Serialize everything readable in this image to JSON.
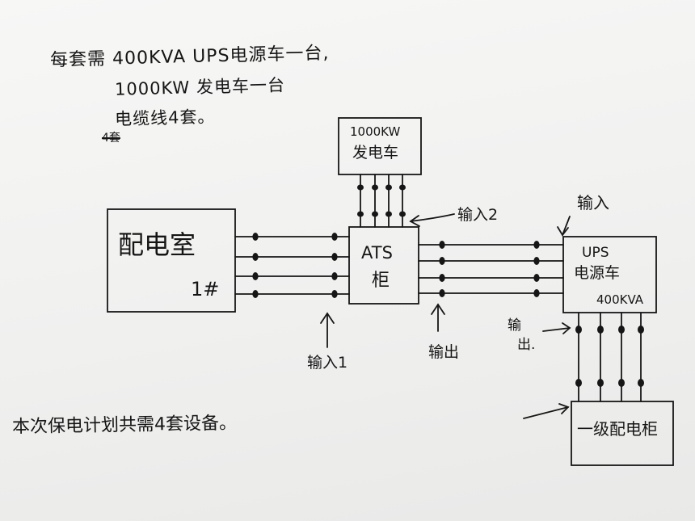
{
  "notes": {
    "line1": "每套需 400KVA UPS电源车一台,",
    "line2": "1000KW 发电车一台",
    "line3": "电缆线4套。",
    "struck": "4套"
  },
  "boxes": {
    "distribution_room": {
      "title": "配电室",
      "number": "1#"
    },
    "generator": {
      "line1": "1000KW",
      "line2": "发电车"
    },
    "ats": {
      "line1": "ATS",
      "line2": "柜"
    },
    "ups": {
      "line1": "UPS",
      "line2": "电源车",
      "line3": "400KVA"
    },
    "cabinet": {
      "label": "一级配电柜"
    }
  },
  "labels": {
    "input1": "输入1",
    "input2": "输入2",
    "output": "输出",
    "ups_input": "输入",
    "ups_output_1": "输",
    "ups_output_2": "出."
  },
  "summary": "本次保电计划共需4套设备。"
}
